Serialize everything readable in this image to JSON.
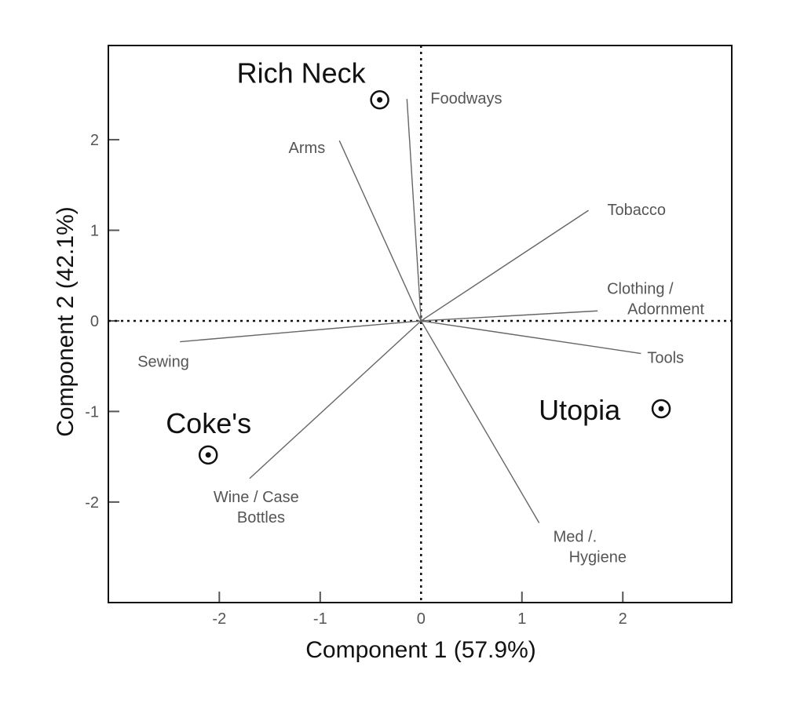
{
  "chart_data": {
    "type": "scatter",
    "subtype": "biplot",
    "title": "",
    "xlabel": "Component 1 (57.9%)",
    "ylabel": "Component 2 (42.1%)",
    "xlim": [
      -3.1,
      3.08
    ],
    "ylim": [
      -3.11,
      3.04
    ],
    "xticks": [
      -2,
      -1,
      0,
      1,
      2
    ],
    "yticks": [
      2,
      1,
      0,
      -1,
      -2
    ],
    "grid": false,
    "reference_lines": {
      "x": 0,
      "y": 0,
      "style": "dotted"
    },
    "points": [
      {
        "label": "Rich Neck",
        "x": -0.41,
        "y": 2.44
      },
      {
        "label": "Coke's",
        "x": -2.11,
        "y": -1.48
      },
      {
        "label": "Utopia",
        "x": 2.38,
        "y": -0.97
      }
    ],
    "loadings": [
      {
        "label": "Foodways",
        "lines": [
          "Foodways"
        ],
        "x": -0.14,
        "y": 2.45
      },
      {
        "label": "Arms",
        "lines": [
          "Arms"
        ],
        "x": -0.81,
        "y": 1.99
      },
      {
        "label": "Tobacco",
        "lines": [
          "Tobacco"
        ],
        "x": 1.66,
        "y": 1.22
      },
      {
        "label": "Clothing / Adornment",
        "lines": [
          "Clothing /",
          "Adornment"
        ],
        "x": 1.75,
        "y": 0.11
      },
      {
        "label": "Tools",
        "lines": [
          "Tools"
        ],
        "x": 2.18,
        "y": -0.36
      },
      {
        "label": "Med /. Hygiene",
        "lines": [
          "Med /.",
          "Hygiene"
        ],
        "x": 1.17,
        "y": -2.23
      },
      {
        "label": "Wine / Case Bottles",
        "lines": [
          "Wine / Case",
          "Bottles"
        ],
        "x": -1.7,
        "y": -1.74
      },
      {
        "label": "Sewing",
        "lines": [
          "Sewing"
        ],
        "x": -2.39,
        "y": -0.23
      }
    ]
  }
}
